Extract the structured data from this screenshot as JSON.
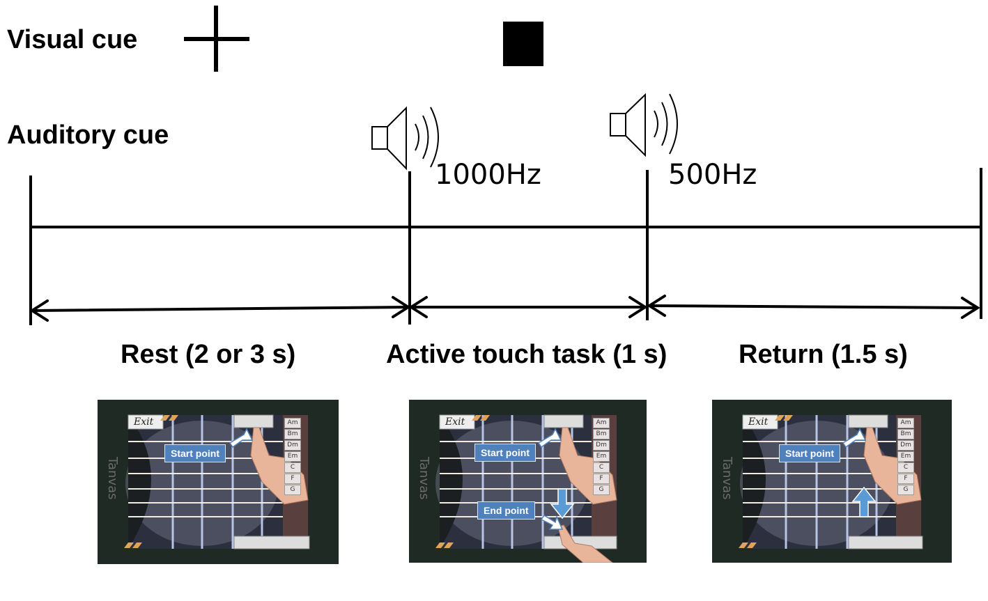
{
  "rows": {
    "visual_cue": "Visual cue",
    "auditory_cue": "Auditory cue"
  },
  "tones": {
    "first": "1000Hz",
    "second": "500Hz"
  },
  "phases": [
    {
      "label": "Rest (2 or 3 s)"
    },
    {
      "label": "Active touch task (1 s)"
    },
    {
      "label": "Return (1.5 s)"
    }
  ],
  "tablet": {
    "exit": "Exit",
    "brand": "Tanvas",
    "chords": [
      "Am",
      "Bm",
      "Dm",
      "Em",
      "C",
      "F",
      "G"
    ],
    "start_point": "Start point",
    "end_point": "End point"
  },
  "icons": [
    "fixation-cross-icon",
    "black-square-icon",
    "speaker-icon",
    "hand-icon",
    "arrow-icon"
  ]
}
